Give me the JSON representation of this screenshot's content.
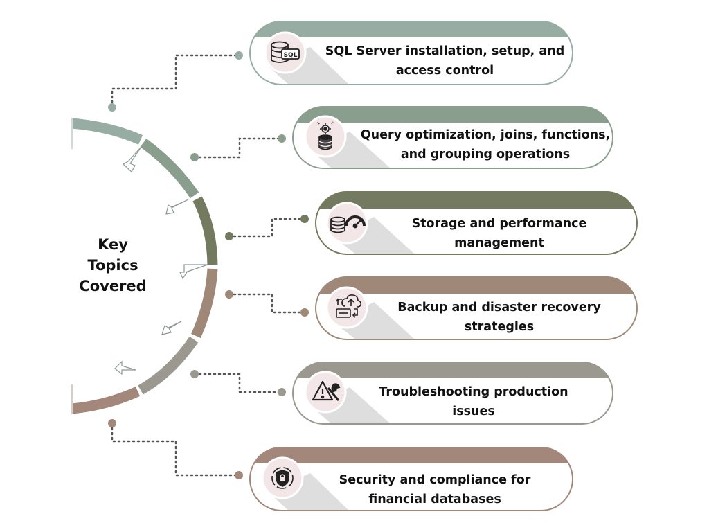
{
  "center": {
    "lines": [
      "Key",
      "Topics",
      "Covered"
    ]
  },
  "topics": [
    {
      "lines": [
        "SQL Server installation, setup, and",
        "access control"
      ],
      "icon": "sql-database-icon",
      "color": "#97ada3"
    },
    {
      "lines": [
        "Query optimization, joins, functions,",
        "and grouping operations"
      ],
      "icon": "database-settings-icon",
      "color": "#8a9e8e"
    },
    {
      "lines": [
        "Storage and performance",
        "management"
      ],
      "icon": "database-speedometer-icon",
      "color": "#747a5f"
    },
    {
      "lines": [
        "Backup and disaster recovery",
        "strategies"
      ],
      "icon": "cloud-backup-icon",
      "color": "#a08878"
    },
    {
      "lines": [
        "Troubleshooting production",
        "issues"
      ],
      "icon": "warning-wrench-icon",
      "color": "#9b9890"
    },
    {
      "lines": [
        "Security and compliance for",
        "financial databases"
      ],
      "icon": "shield-lock-icon",
      "color": "#a2877a"
    }
  ],
  "colors": {
    "dot_line": "#555555",
    "icon_circle": "#f3e6e6",
    "shadow": "#dedede",
    "text": "#111111"
  }
}
